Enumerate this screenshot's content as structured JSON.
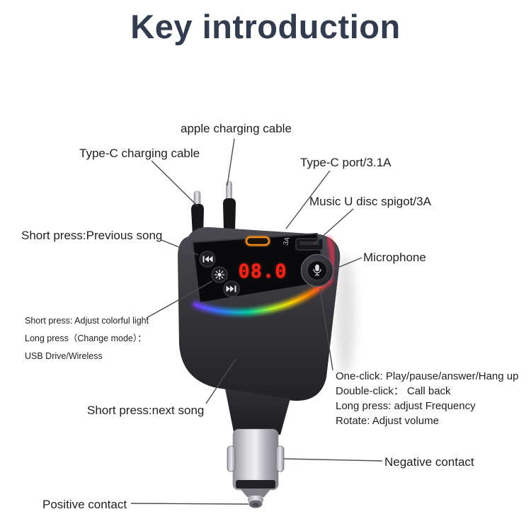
{
  "page": {
    "title": "Key introduction"
  },
  "device": {
    "display_value": "08.0",
    "port_badge": "3A"
  },
  "labels": {
    "apple_cable": "apple charging cable",
    "typec_cable": "Type-C charging cable",
    "typec_port": "Type-C port/3.1A",
    "music_spigot": "Music U disc spigot/3A",
    "prev_song": "Short press:Previous song",
    "microphone": "Microphone",
    "light_button": {
      "line1": "Short press: Adjust colorful light",
      "line2": "Long press（Change mode）：",
      "line3": "USB Drive/Wireless"
    },
    "knob": {
      "line1": "One-click:  Play/pause/answer/Hang up",
      "line2": "Double-click： Call back",
      "line3": "Long press:  adjust Frequency",
      "line4": "Rotate:  Adjust volume"
    },
    "next_song": "Short press:next song",
    "negative_contact": "Negative contact",
    "positive_contact": "Positive contact"
  },
  "colors": {
    "title": "#313c4f",
    "label_text": "#1f1f1f",
    "callout_line": "#4c4c4c",
    "display_red": "#ff2014",
    "port_orange": "#f08a1e"
  }
}
